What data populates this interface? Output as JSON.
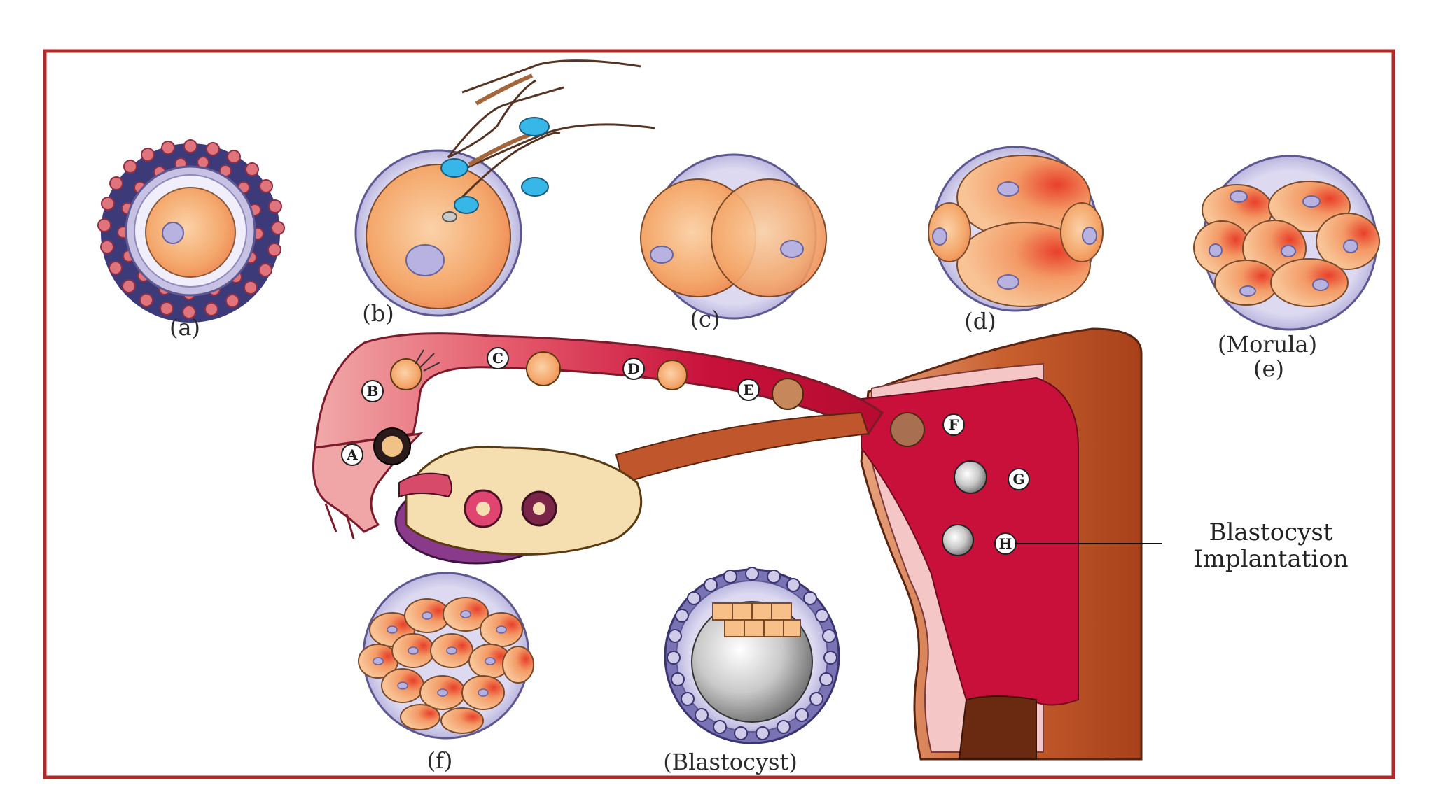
{
  "captions": {
    "a": "(a)",
    "b": "(b)",
    "c": "(c)",
    "d": "(d)",
    "e_name": "(Morula)",
    "e": "(e)",
    "f": "(f)",
    "blastocyst": "(Blastocyst)"
  },
  "stage_markers": [
    "A",
    "B",
    "C",
    "D",
    "E",
    "F",
    "G",
    "H"
  ],
  "annotation": {
    "line1": "Blastocyst",
    "line2": "Implantation"
  },
  "colors": {
    "frame": "#b02828",
    "cytoplasm": "#f6b47e",
    "zona": "#b9b6dc",
    "tube": "#c8103a",
    "uterus_wall": "#c0562b"
  }
}
